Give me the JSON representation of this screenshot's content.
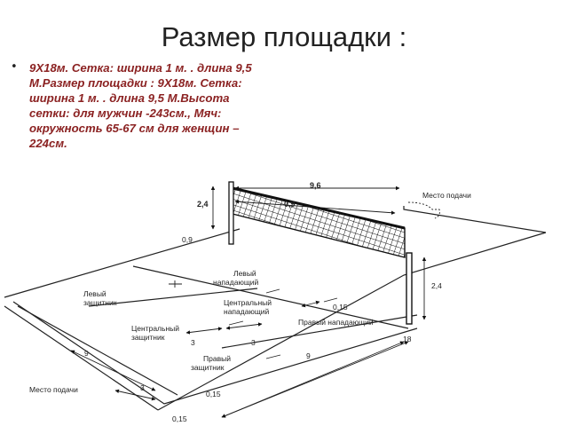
{
  "slide": {
    "title": "Размер площадки :",
    "bullet": "9Х18м. Сетка: ширина 1 м. . длина 9,5 М.Размер площадки : 9Х18м. Сетка: ширина 1 м. . длина 9,5 М.Высота сетки: для мужчин -243см., Мяч: окружность 65-67 см для женщин – 224см."
  },
  "diagram": {
    "labels": {
      "serve_top": "Место подачи",
      "serve_bottom": "Место подачи",
      "left_forward": "Левый нападающий",
      "center_forward": "Центральный нападающий",
      "right_forward": "Правый нападающий",
      "left_back": "Левый защитник",
      "center_back": "Центральный защитник",
      "right_back": "Правый защитник"
    },
    "dims": {
      "net_length": "9,6",
      "net_width": "0,9",
      "post_height_left": "2,4",
      "post_height_right": "2,4",
      "net_bottom": "0,9",
      "attack_3_left": "3",
      "attack_3_right": "3",
      "court_9_left": "9",
      "court_9_bottom": "9",
      "court_18": "18",
      "serve_3": "3",
      "line_015_a": "0,15",
      "line_015_b": "0,15",
      "line_015_c": "0,15"
    }
  }
}
